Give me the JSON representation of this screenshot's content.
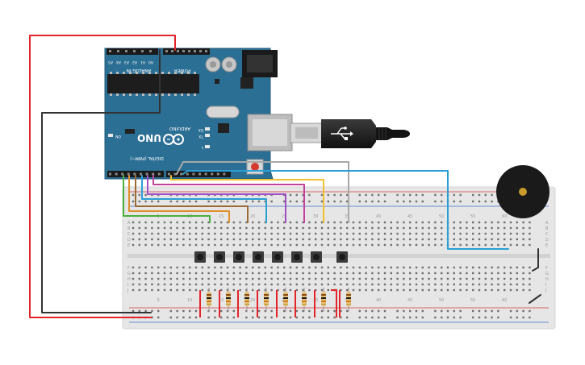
{
  "arduino": {
    "model": "UNO",
    "brand": "ARDUINO",
    "header_power": "POWER",
    "header_analog": "ANALOG IN",
    "header_digital": "DIGITAL (PWM~)",
    "label_on": "ON",
    "label_l": "L",
    "label_tx": "TX",
    "label_rx": "RX",
    "board_color": "#2c6f95"
  },
  "breadboard": {
    "columns": [
      "5",
      "10",
      "15",
      "20",
      "25",
      "30",
      "35",
      "40",
      "45",
      "50",
      "55",
      "60"
    ],
    "rows_top": [
      "J",
      "I",
      "H",
      "G",
      "F"
    ],
    "rows_bottom": [
      "E",
      "D",
      "C",
      "B",
      "A"
    ],
    "color": "#e4e4e4"
  },
  "components": {
    "buttons": 8,
    "resistors": 8,
    "piezo_buzzer": true,
    "usb_cable": true
  },
  "wire_colors": {
    "power": "#e3242b",
    "ground": "#333333",
    "green": "#4caf3f",
    "orange": "#e0902b",
    "brown": "#9b6a35",
    "blue": "#2a9fd6",
    "purple": "#a34ec7",
    "magenta": "#c2429b",
    "yellow": "#f2c12e",
    "gray": "#a8a8a8"
  }
}
